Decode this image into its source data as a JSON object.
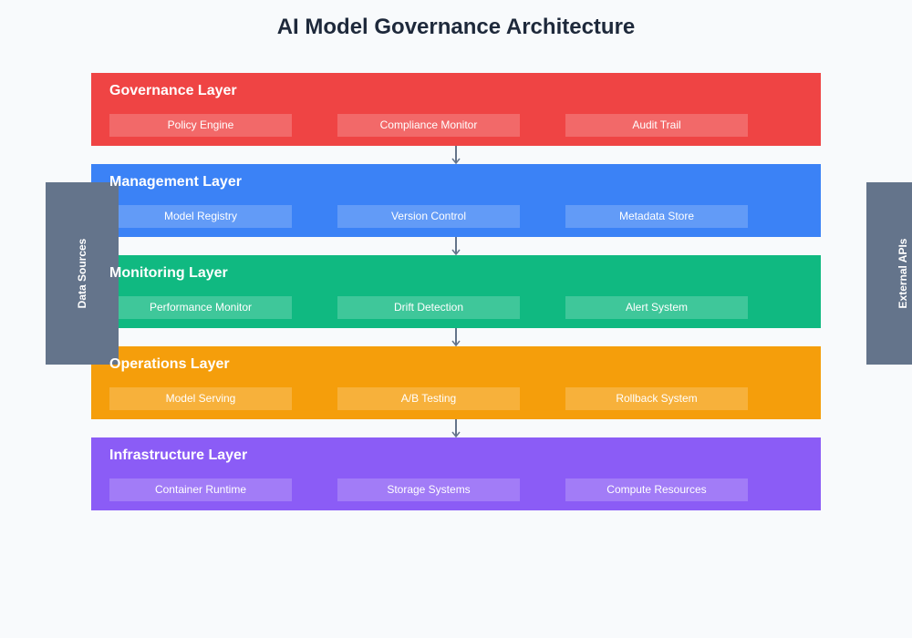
{
  "title": "AI Model Governance Architecture",
  "layers": [
    {
      "name": "Governance Layer",
      "color": "#ef4444",
      "components": [
        "Policy Engine",
        "Compliance Monitor",
        "Audit Trail"
      ]
    },
    {
      "name": "Management Layer",
      "color": "#3b82f6",
      "components": [
        "Model Registry",
        "Version Control",
        "Metadata Store"
      ]
    },
    {
      "name": "Monitoring Layer",
      "color": "#10b981",
      "components": [
        "Performance Monitor",
        "Drift Detection",
        "Alert System"
      ]
    },
    {
      "name": "Operations Layer",
      "color": "#f59e0b",
      "components": [
        "Model Serving",
        "A/B Testing",
        "Rollback System"
      ]
    },
    {
      "name": "Infrastructure Layer",
      "color": "#8b5cf6",
      "components": [
        "Container Runtime",
        "Storage Systems",
        "Compute Resources"
      ]
    }
  ],
  "side_panels": {
    "left": "Data Sources",
    "right": "External APIs",
    "color": "#64748b"
  }
}
